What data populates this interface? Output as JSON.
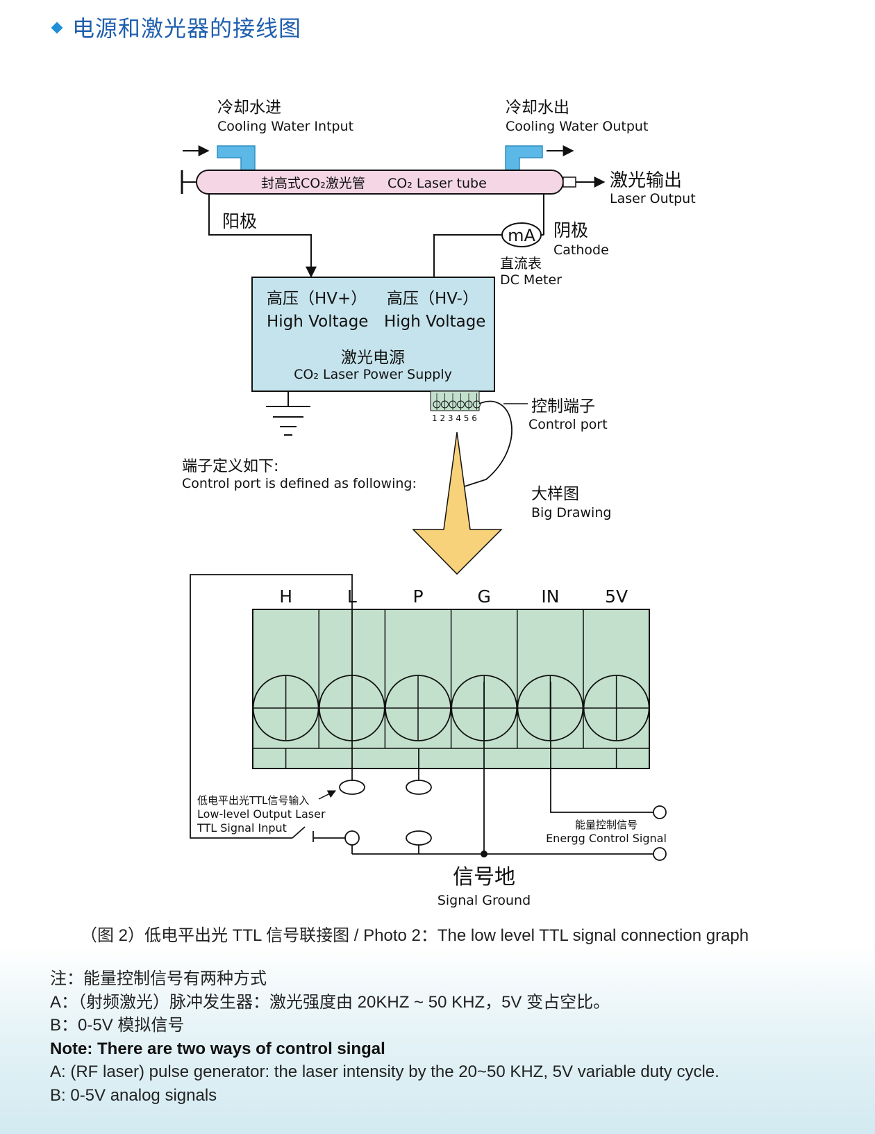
{
  "heading": "电源和激光器的接线图",
  "tube": {
    "water_in_cn": "冷却水进",
    "water_in_en": "Cooling Water Intput",
    "water_out_cn": "冷却水出",
    "water_out_en": "Cooling Water Output",
    "tube_cn": "封高式CO₂激光管",
    "tube_en": "CO₂ Laser tube",
    "laser_out_cn": "激光输出",
    "laser_out_en": "Laser Output",
    "anode_cn": "阳极",
    "meter": "mA",
    "cathode_cn": "阴极",
    "cathode_en": "Cathode",
    "dc_meter_cn": "直流表",
    "dc_meter_en": "DC Meter"
  },
  "power_supply": {
    "hv_plus_cn": "高压（HV+）",
    "hv_plus_en": "High Voltage",
    "hv_minus_cn": "高压（HV-）",
    "hv_minus_en": "High Voltage",
    "name_cn": "激光电源",
    "name_en": "CO₂ Laser Power Supply",
    "port_numbers": "1 2 3 4 5 6",
    "control_port_cn": "控制端子",
    "control_port_en": "Control port",
    "defined_cn": "端子定义如下:",
    "defined_en": "Control port is defined as following:",
    "big_drawing_cn": "大样图",
    "big_drawing_en": "Big Drawing"
  },
  "terminal": {
    "labels": [
      "H",
      "L",
      "P",
      "G",
      "IN",
      "5V"
    ],
    "ttl_cn": "低电平出光TTL信号输入",
    "ttl_en1": "Low-level Output Laser",
    "ttl_en2": "TTL Signal Input",
    "energy_cn": "能量控制信号",
    "energy_en": "Energg Control Signal",
    "ground_cn": "信号地",
    "ground_en": "Signal Ground"
  },
  "caption": "（图 2）低电平出光 TTL 信号联接图 / Photo 2：The low level TTL signal connection graph",
  "notes": {
    "line1": "注：能量控制信号有两种方式",
    "line2": "A：（射频激光）脉冲发生器：激光强度由 20KHZ ~ 50 KHZ，5V 变占空比。",
    "line3": "B：0-5V 模拟信号",
    "line4": "Note: There are two ways of control singal",
    "line5": "A: (RF laser) pulse generator: the laser intensity by the 20~50 KHZ, 5V variable duty cycle.",
    "line6": "B: 0-5V analog signals"
  },
  "colors": {
    "heading": "#1f5fae",
    "tube_fill": "#f4d6e4",
    "water_pipe": "#5cb8e6",
    "power_supply_fill": "#c5e3ec",
    "terminal_fill": "#c2e0cc",
    "big_arrow": "#f8d27a"
  }
}
